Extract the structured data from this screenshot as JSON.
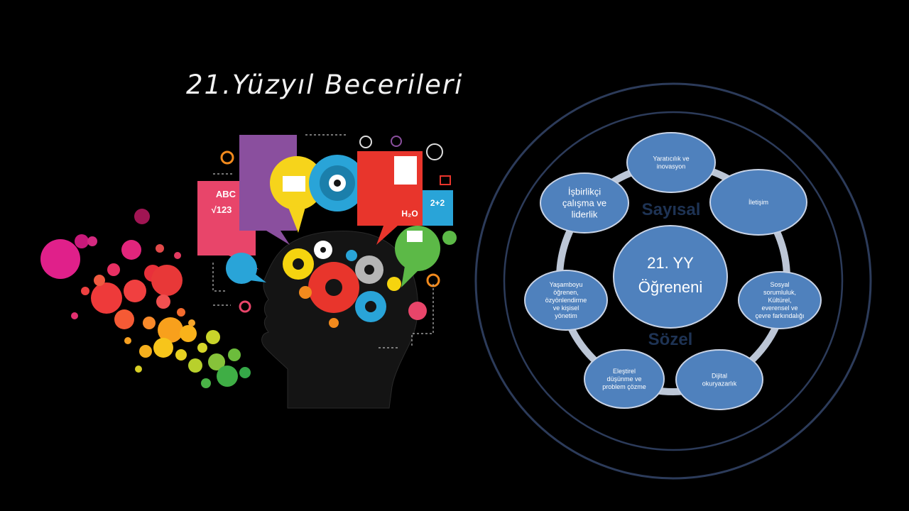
{
  "title": "21.Yüzyıl Becerileri",
  "illustration": {
    "bubble_texts": {
      "abc": "ABC",
      "sqrt": "√123",
      "math": "2+2",
      "h2o": "H₂O"
    }
  },
  "diagram": {
    "center": [
      "21. YY",
      "Öğreneni"
    ],
    "label_top": "Sayısal",
    "label_bottom": "Sözel",
    "nodes": [
      [
        "Yaratıcılık ve",
        "inovasyon"
      ],
      [
        "İletişim"
      ],
      [
        "Sosyal",
        "sorumluluk,",
        "Kültürel,",
        "everensel ve",
        "çevre farkındalığı"
      ],
      [
        "Dijital",
        "okuryazarlık"
      ],
      [
        "Eleştirel",
        "düşünme ve",
        "problem çözme"
      ],
      [
        "Yaşamboyu",
        "öğrenen,",
        "özyönlendirme",
        "ve kişisel",
        "yönetim"
      ],
      [
        "İşbirlikçi",
        "çalışma ve",
        "liderlik"
      ]
    ]
  },
  "colors": {
    "node_fill": "#4f81bd",
    "ring": "#bcc6d6",
    "outer_circle": "#2c3b5a"
  }
}
